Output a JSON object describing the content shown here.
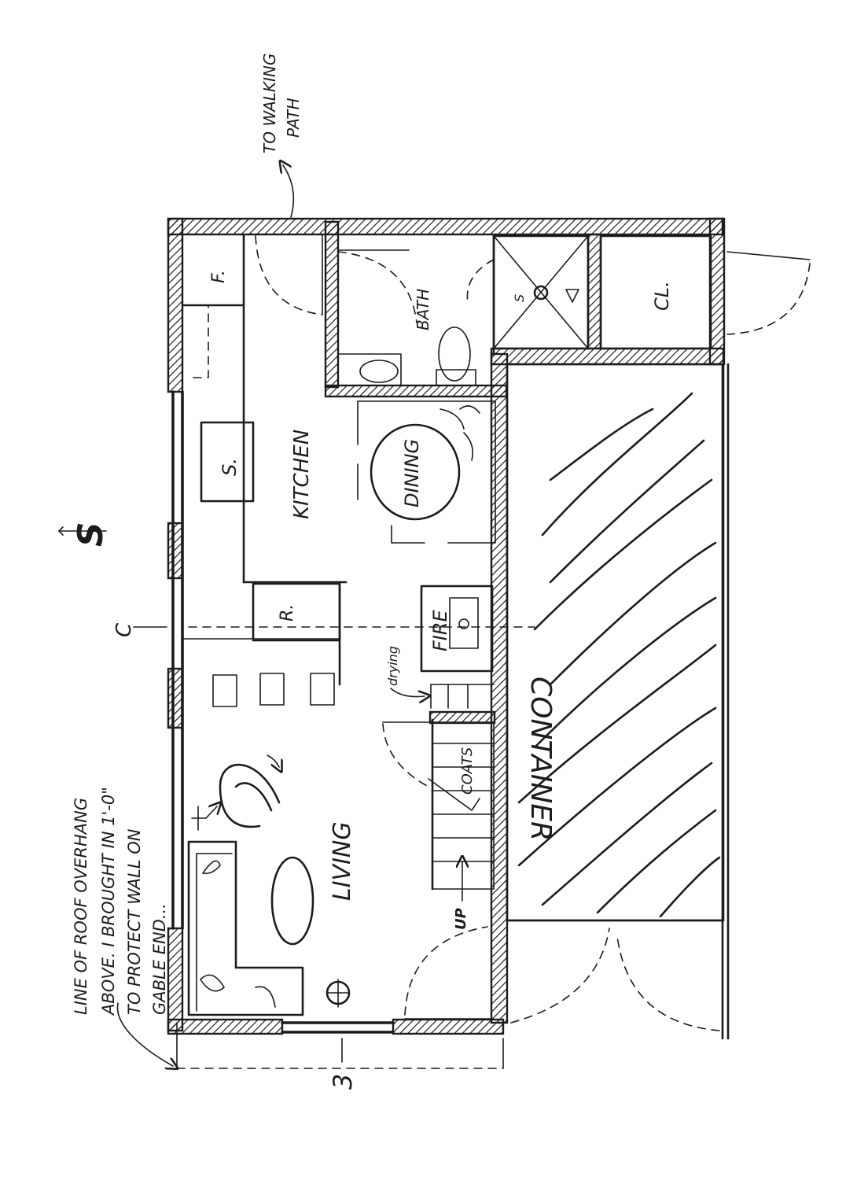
{
  "notes": {
    "walking_path_line1": "TO WALKING",
    "walking_path_line2": "PATH",
    "north_mark": "S",
    "overhang_line1": "LINE OF ROOF OVERHANG",
    "overhang_line2": "ABOVE. I BROUGHT IN 1'-0\"",
    "overhang_line3": "TO PROTECT WALL ON",
    "overhang_line4": "GABLE END...",
    "drying": "drying",
    "up": "UP"
  },
  "rooms": {
    "kitchen": "KITCHEN",
    "dining": "DINING",
    "bath": "BATH",
    "living": "LIVING",
    "container": "CONTAINER",
    "coats": "COATS",
    "fire": "FIRE"
  },
  "fixtures": {
    "fridge_f": "F.",
    "stove": "S.",
    "fridge_r": "R.",
    "shower": "S",
    "closet": "CL."
  },
  "gridlines": {
    "centerline": "C",
    "grid_3": "3"
  },
  "colors": {
    "ink": "#1c1c1c",
    "paper": "#ffffff"
  }
}
